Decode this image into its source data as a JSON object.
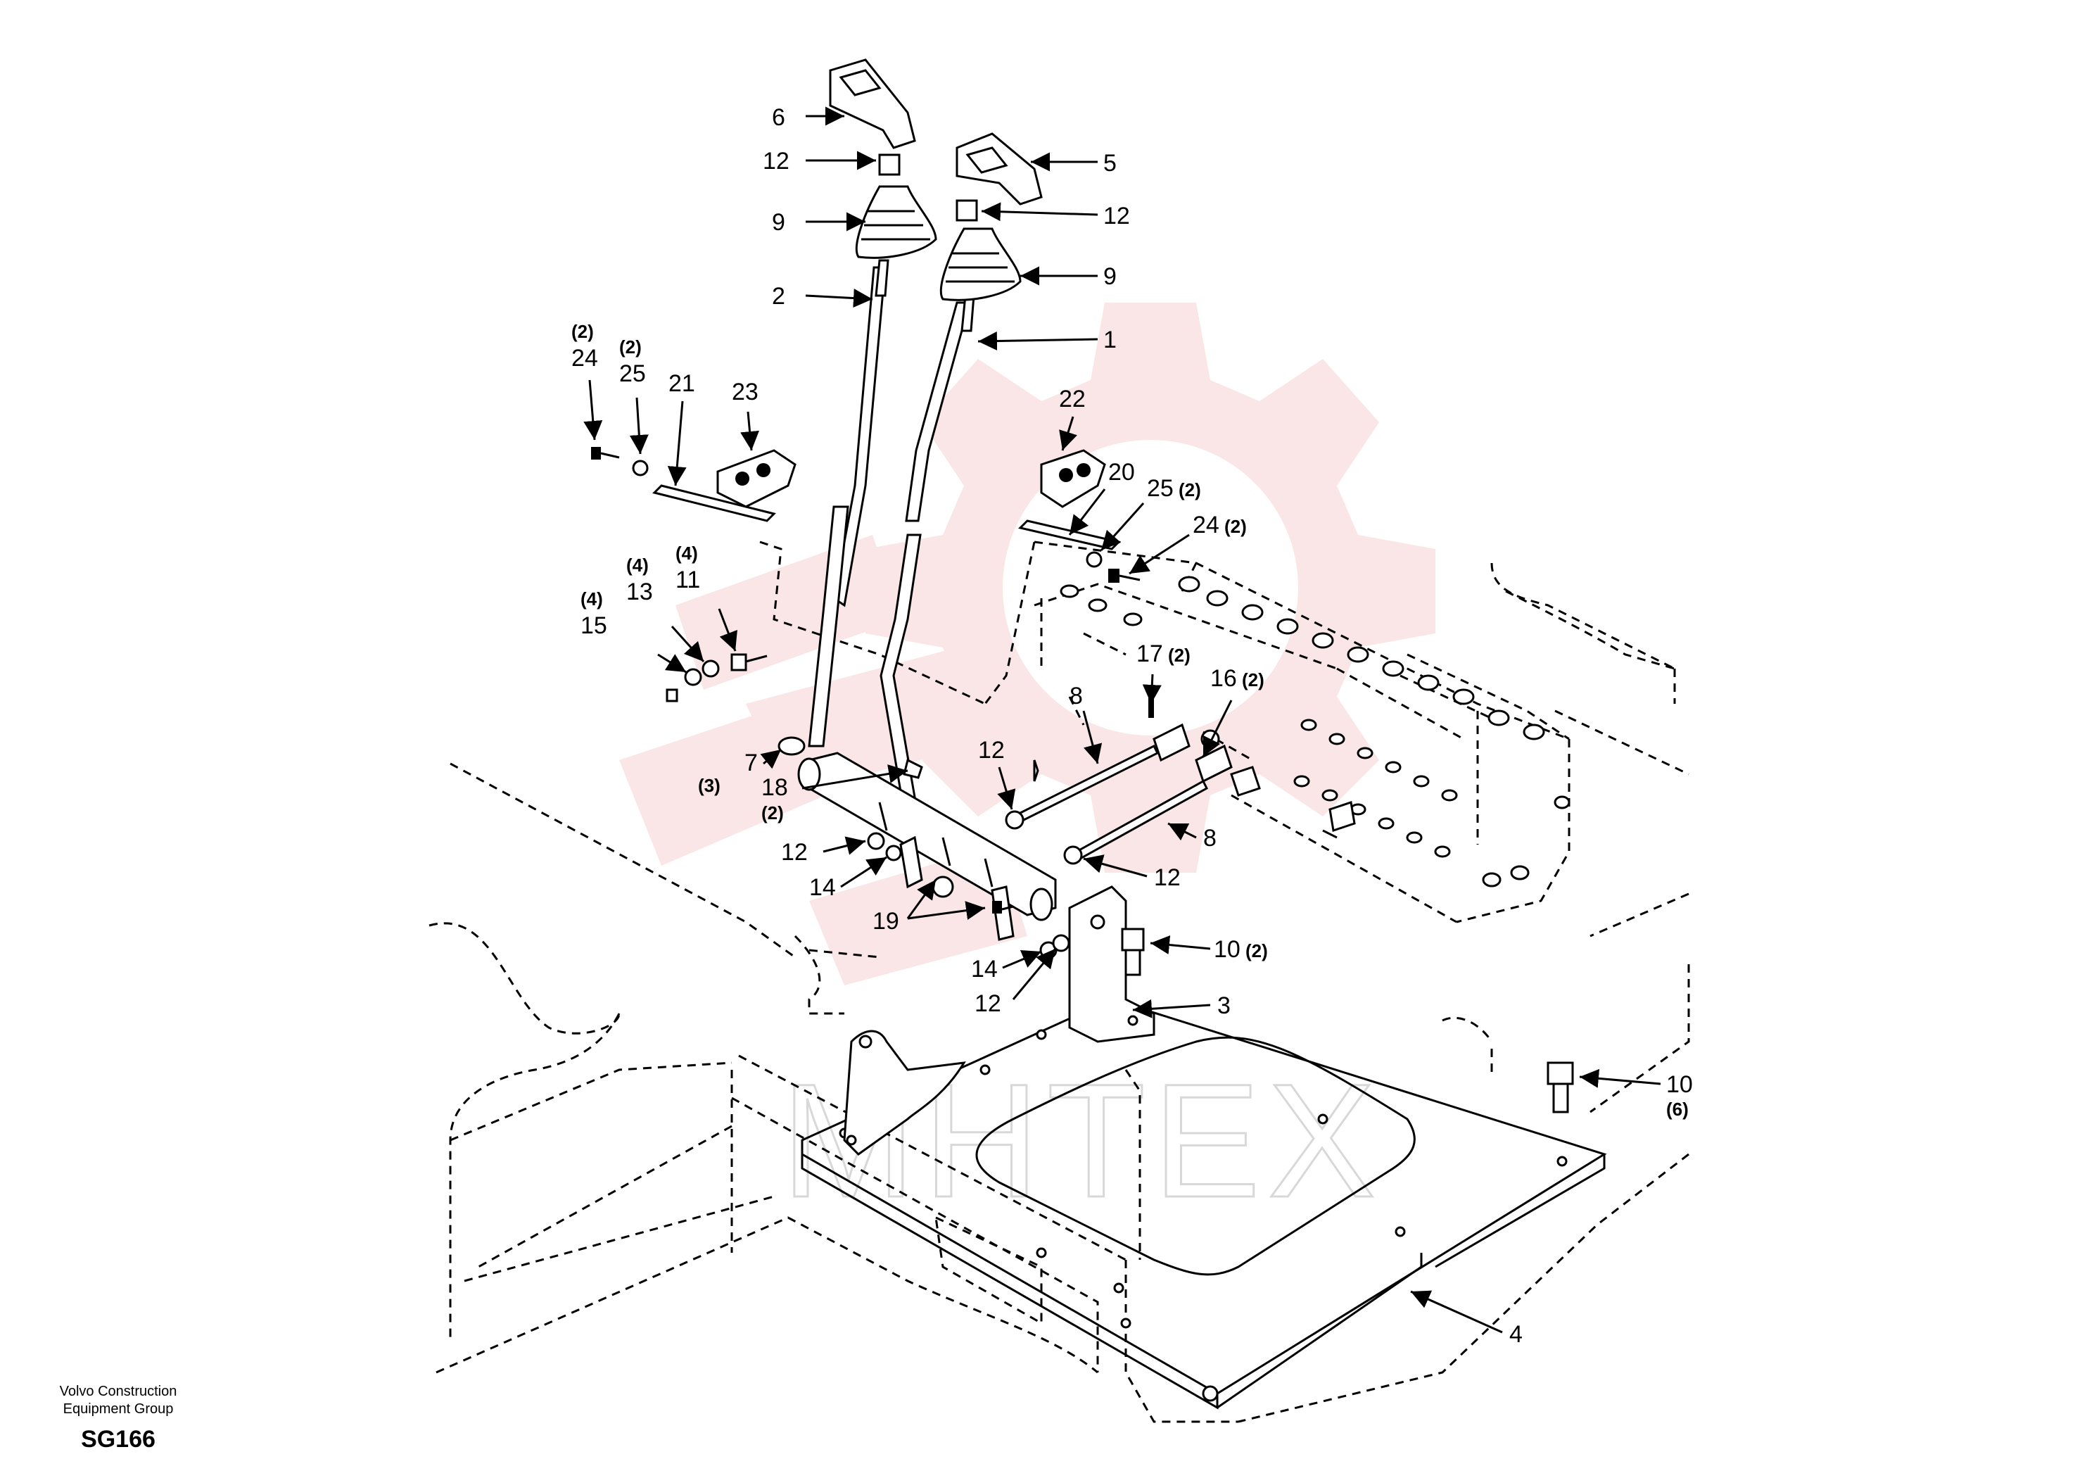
{
  "watermark": {
    "text": "MHTEX",
    "gear_color": "#f6d2d2"
  },
  "labels": [
    {
      "id": "l6",
      "num": "6",
      "qty": ""
    },
    {
      "id": "l12a",
      "num": "12",
      "qty": ""
    },
    {
      "id": "l9a",
      "num": "9",
      "qty": ""
    },
    {
      "id": "l2",
      "num": "2",
      "qty": ""
    },
    {
      "id": "l5",
      "num": "5",
      "qty": ""
    },
    {
      "id": "l12b",
      "num": "12",
      "qty": ""
    },
    {
      "id": "l9b",
      "num": "9",
      "qty": ""
    },
    {
      "id": "l1",
      "num": "1",
      "qty": ""
    },
    {
      "id": "l24a",
      "num": "24",
      "qty": "(2)"
    },
    {
      "id": "l25a",
      "num": "25",
      "qty": "(2)"
    },
    {
      "id": "l21",
      "num": "21",
      "qty": ""
    },
    {
      "id": "l23",
      "num": "23",
      "qty": ""
    },
    {
      "id": "l22",
      "num": "22",
      "qty": ""
    },
    {
      "id": "l20",
      "num": "20",
      "qty": ""
    },
    {
      "id": "l25b",
      "num": "25",
      "qty": "(2)"
    },
    {
      "id": "l24b",
      "num": "24",
      "qty": "(2)"
    },
    {
      "id": "l15",
      "num": "15",
      "qty": "(4)"
    },
    {
      "id": "l13",
      "num": "13",
      "qty": "(4)"
    },
    {
      "id": "l11",
      "num": "11",
      "qty": "(4)"
    },
    {
      "id": "l17",
      "num": "17",
      "qty": "(2)"
    },
    {
      "id": "l16",
      "num": "16",
      "qty": "(2)"
    },
    {
      "id": "l8a",
      "num": "8",
      "qty": ""
    },
    {
      "id": "l7",
      "num": "7",
      "qty": "(3)"
    },
    {
      "id": "l18",
      "num": "18",
      "qty": "(2)"
    },
    {
      "id": "l12c",
      "num": "12",
      "qty": ""
    },
    {
      "id": "l8b",
      "num": "8",
      "qty": ""
    },
    {
      "id": "l12d",
      "num": "12",
      "qty": ""
    },
    {
      "id": "l12e",
      "num": "12",
      "qty": ""
    },
    {
      "id": "l14a",
      "num": "14",
      "qty": ""
    },
    {
      "id": "l19",
      "num": "19",
      "qty": ""
    },
    {
      "id": "l10a",
      "num": "10",
      "qty": "(2)"
    },
    {
      "id": "l14b",
      "num": "14",
      "qty": ""
    },
    {
      "id": "l12f",
      "num": "12",
      "qty": ""
    },
    {
      "id": "l3",
      "num": "3",
      "qty": ""
    },
    {
      "id": "l10b",
      "num": "10",
      "qty": "(6)"
    },
    {
      "id": "l4",
      "num": "4",
      "qty": ""
    }
  ],
  "footer": {
    "company_line1": "Volvo Construction",
    "company_line2": "Equipment Group",
    "code": "SG166"
  }
}
